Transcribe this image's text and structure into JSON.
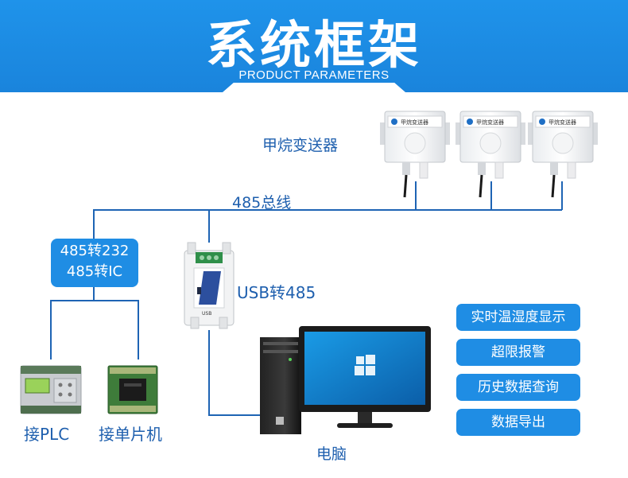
{
  "header": {
    "title": "系统框架",
    "subtitle": "PRODUCT PARAMETERS"
  },
  "sensors": {
    "label": "甲烷变送器",
    "device_text": "甲烷变送器"
  },
  "bus_label": "485总线",
  "converter_232": {
    "line1": "485转232",
    "line2": "485转IC"
  },
  "usb_converter": {
    "label": "USB转485",
    "device_text": "USB"
  },
  "plc": {
    "label": "接PLC"
  },
  "mcu": {
    "label": "接单片机"
  },
  "computer": {
    "label": "电脑"
  },
  "features": [
    "实时温湿度显示",
    "超限报警",
    "历史数据查询",
    "数据导出"
  ],
  "colors": {
    "banner": "#1f8de4",
    "line": "#1e64b4",
    "button": "#1f8de4",
    "label_text": "#1e5fae"
  }
}
